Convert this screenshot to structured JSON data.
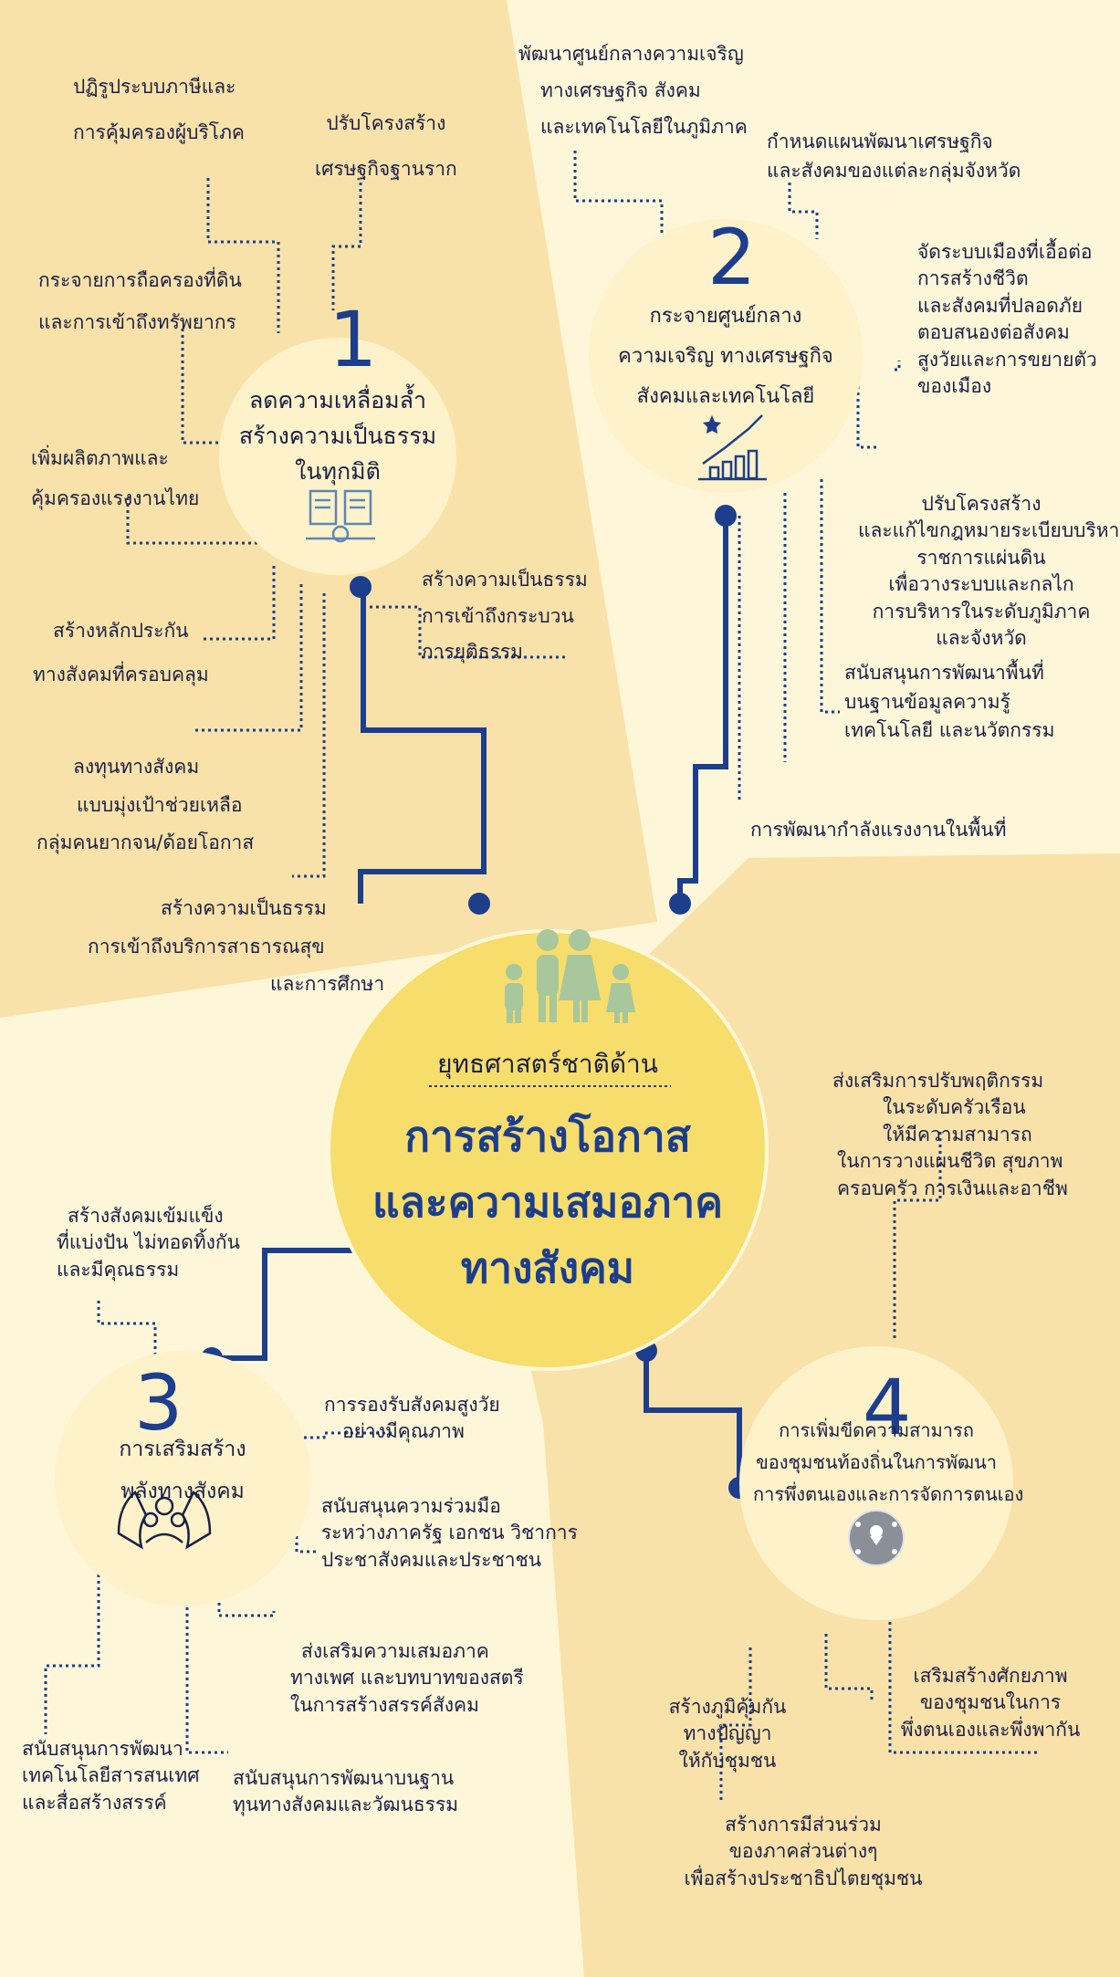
{
  "colors": {
    "zone_a": "#f9e2a9",
    "zone_b": "#fdf6d8",
    "line": "#1c3e8c",
    "hub": "#f7dd6b",
    "sub_circle": "#fdf2c9"
  },
  "hub": {
    "subtitle": "ยุทธศาสตร์ชาติด้าน",
    "title_lines": [
      "การสร้างโอกาส",
      "และความเสมอภาค",
      "ทางสังคม"
    ],
    "icon": "family-icon"
  },
  "s1": {
    "number": "1",
    "title_lines": [
      "ลดความเหลื่อมล้ำ",
      "สร้างความเป็นธรรม",
      "ในทุกมิติ"
    ],
    "icon": "documents-gear-icon",
    "items": [
      {
        "lines": [
          "ปฏิรูประบบภาษีและ",
          "การคุ้มครองผู้บริโภค"
        ]
      },
      {
        "lines": [
          "ปรับโครงสร้าง",
          "เศรษฐกิจฐานราก"
        ]
      },
      {
        "lines": [
          "กระจายการถือครองที่ดิน",
          "และการเข้าถึงทรัพยากร"
        ]
      },
      {
        "lines": [
          "เพิ่มผลิตภาพและ",
          "คุ้มครองแรงงานไทย"
        ]
      },
      {
        "lines": [
          "สร้างความเป็นธรรม",
          "การเข้าถึงกระบวน",
          "การยุติธรรม"
        ]
      },
      {
        "lines": [
          "สร้างหลักประกัน",
          "ทางสังคมที่ครอบคลุม"
        ]
      },
      {
        "lines": [
          "ลงทุนทางสังคม",
          "แบบมุ่งเป้าช่วยเหลือ",
          "กลุ่มคนยากจน/ด้อยโอกาส"
        ]
      },
      {
        "lines": [
          "สร้างความเป็นธรรม",
          "การเข้าถึงบริการสาธารณสุข",
          "และการศึกษา"
        ]
      }
    ]
  },
  "s2": {
    "number": "2",
    "title_lines": [
      "กระจายศูนย์กลาง",
      "ความเจริญ ทางเศรษฐกิจ",
      "สังคมและเทคโนโลยี"
    ],
    "icon": "growth-chart-icon",
    "items": [
      {
        "lines": [
          "พัฒนาศูนย์กลางความเจริญ",
          "ทางเศรษฐกิจ สังคม",
          "และเทคโนโลยีในภูมิภาค"
        ]
      },
      {
        "lines": [
          "กำหนดแผนพัฒนาเศรษฐกิจ",
          "และสังคมของแต่ละกลุ่มจังหวัด"
        ]
      },
      {
        "lines": [
          "จัดระบบเมืองที่เอื้อต่อ",
          "การสร้างชีวิต",
          "และสังคมที่ปลอดภัย",
          "ตอบสนองต่อสังคม",
          "สูงวัยและการขยายตัว",
          "ของเมือง"
        ]
      },
      {
        "lines": [
          "ปรับโครงสร้าง",
          "และแก้ไขกฎหมายระเบียบบริหาร",
          "ราชการแผ่นดิน",
          "เพื่อวางระบบและกลไก",
          "การบริหารในระดับภูมิภาค",
          "และจังหวัด"
        ]
      },
      {
        "lines": [
          "สนับสนุนการพัฒนาพื้นที่",
          "บนฐานข้อมูลความรู้",
          "เทคโนโลยี และนวัตกรรม"
        ]
      },
      {
        "lines": [
          "การพัฒนากำลังแรงงานในพื้นที่"
        ]
      }
    ]
  },
  "s3": {
    "number": "3",
    "title_lines": [
      "การเสริมสร้าง",
      "พลังทางสังคม"
    ],
    "icon": "hands-people-icon",
    "items": [
      {
        "lines": [
          "สร้างสังคมเข้มแข็ง",
          "ที่แบ่งปัน ไม่ทอดทิ้งกัน",
          "และมีคุณธรรม"
        ]
      },
      {
        "lines": [
          "การรองรับสังคมสูงวัย",
          "อย่างมีคุณภาพ"
        ]
      },
      {
        "lines": [
          "สนับสนุนความร่วมมือ",
          "ระหว่างภาครัฐ เอกชน วิชาการ",
          "ประชาสังคมและประชาชน"
        ]
      },
      {
        "lines": [
          "ส่งเสริมความเสมอภาค",
          "ทางเพศ และบทบาทของสตรี",
          "ในการสร้างสรรค์สังคม"
        ]
      },
      {
        "lines": [
          "สนับสนุนการพัฒนา",
          "เทคโนโลยีสารสนเทศ",
          "และสื่อสร้างสรรค์"
        ]
      },
      {
        "lines": [
          "สนับสนุนการพัฒนาบนฐาน",
          "ทุนทางสังคมและวัฒนธรรม"
        ]
      }
    ]
  },
  "s4": {
    "number": "4",
    "title_lines": [
      "การเพิ่มขีดความสามารถ",
      "ของชุมชนท้องถิ่นในการพัฒนา",
      "การพึ่งตนเองและการจัดการตนเอง"
    ],
    "icon": "community-network-icon",
    "items": [
      {
        "lines": [
          "ส่งเสริมการปรับพฤติกรรม",
          "ในระดับครัวเรือน",
          "ให้มีความสามารถ",
          "ในการวางแผนชีวิต สุขภาพ",
          "ครอบครัว การเงินและอาชีพ"
        ]
      },
      {
        "lines": [
          "สร้างภูมิคุ้มกัน",
          "ทางปัญญา",
          "ให้กับชุมชน"
        ]
      },
      {
        "lines": [
          "เสริมสร้างศักยภาพ",
          "ของชุมชนในการ",
          "พึ่งตนเองและพึ่งพากัน"
        ]
      },
      {
        "lines": [
          "สร้างการมีส่วนร่วม",
          "ของภาคส่วนต่างๆ",
          "เพื่อสร้างประชาธิปไตยชุมชน"
        ]
      }
    ]
  }
}
